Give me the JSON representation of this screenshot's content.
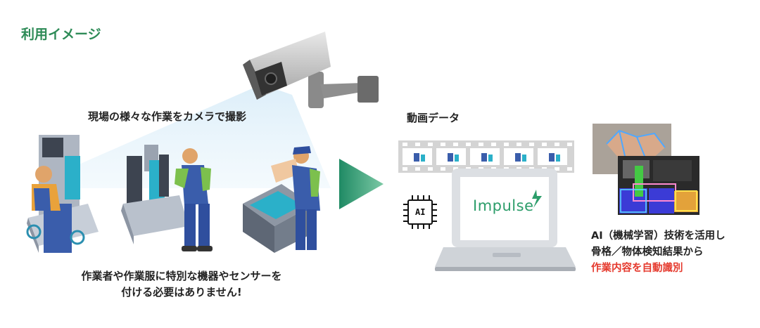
{
  "section_title": "利用イメージ",
  "camera_caption": "現場の様々な作業をカメラで撮影",
  "bottom_caption": {
    "line1": "作業者や作業服に特別な機器やセンサーを",
    "line2": "付ける必要はありません!"
  },
  "video_caption": "動画データ",
  "laptop_logo": "Impulse",
  "chip_label": "AI",
  "ai_caption": {
    "line1": "AI（機械学習）技術を活用し",
    "line2": "骨格／物体検知結果から",
    "line3": "作業内容を自動識別"
  },
  "colors": {
    "title_green": "#2e8b57",
    "accent_red": "#e53a2e",
    "arrow_green": "#2e9e78"
  }
}
